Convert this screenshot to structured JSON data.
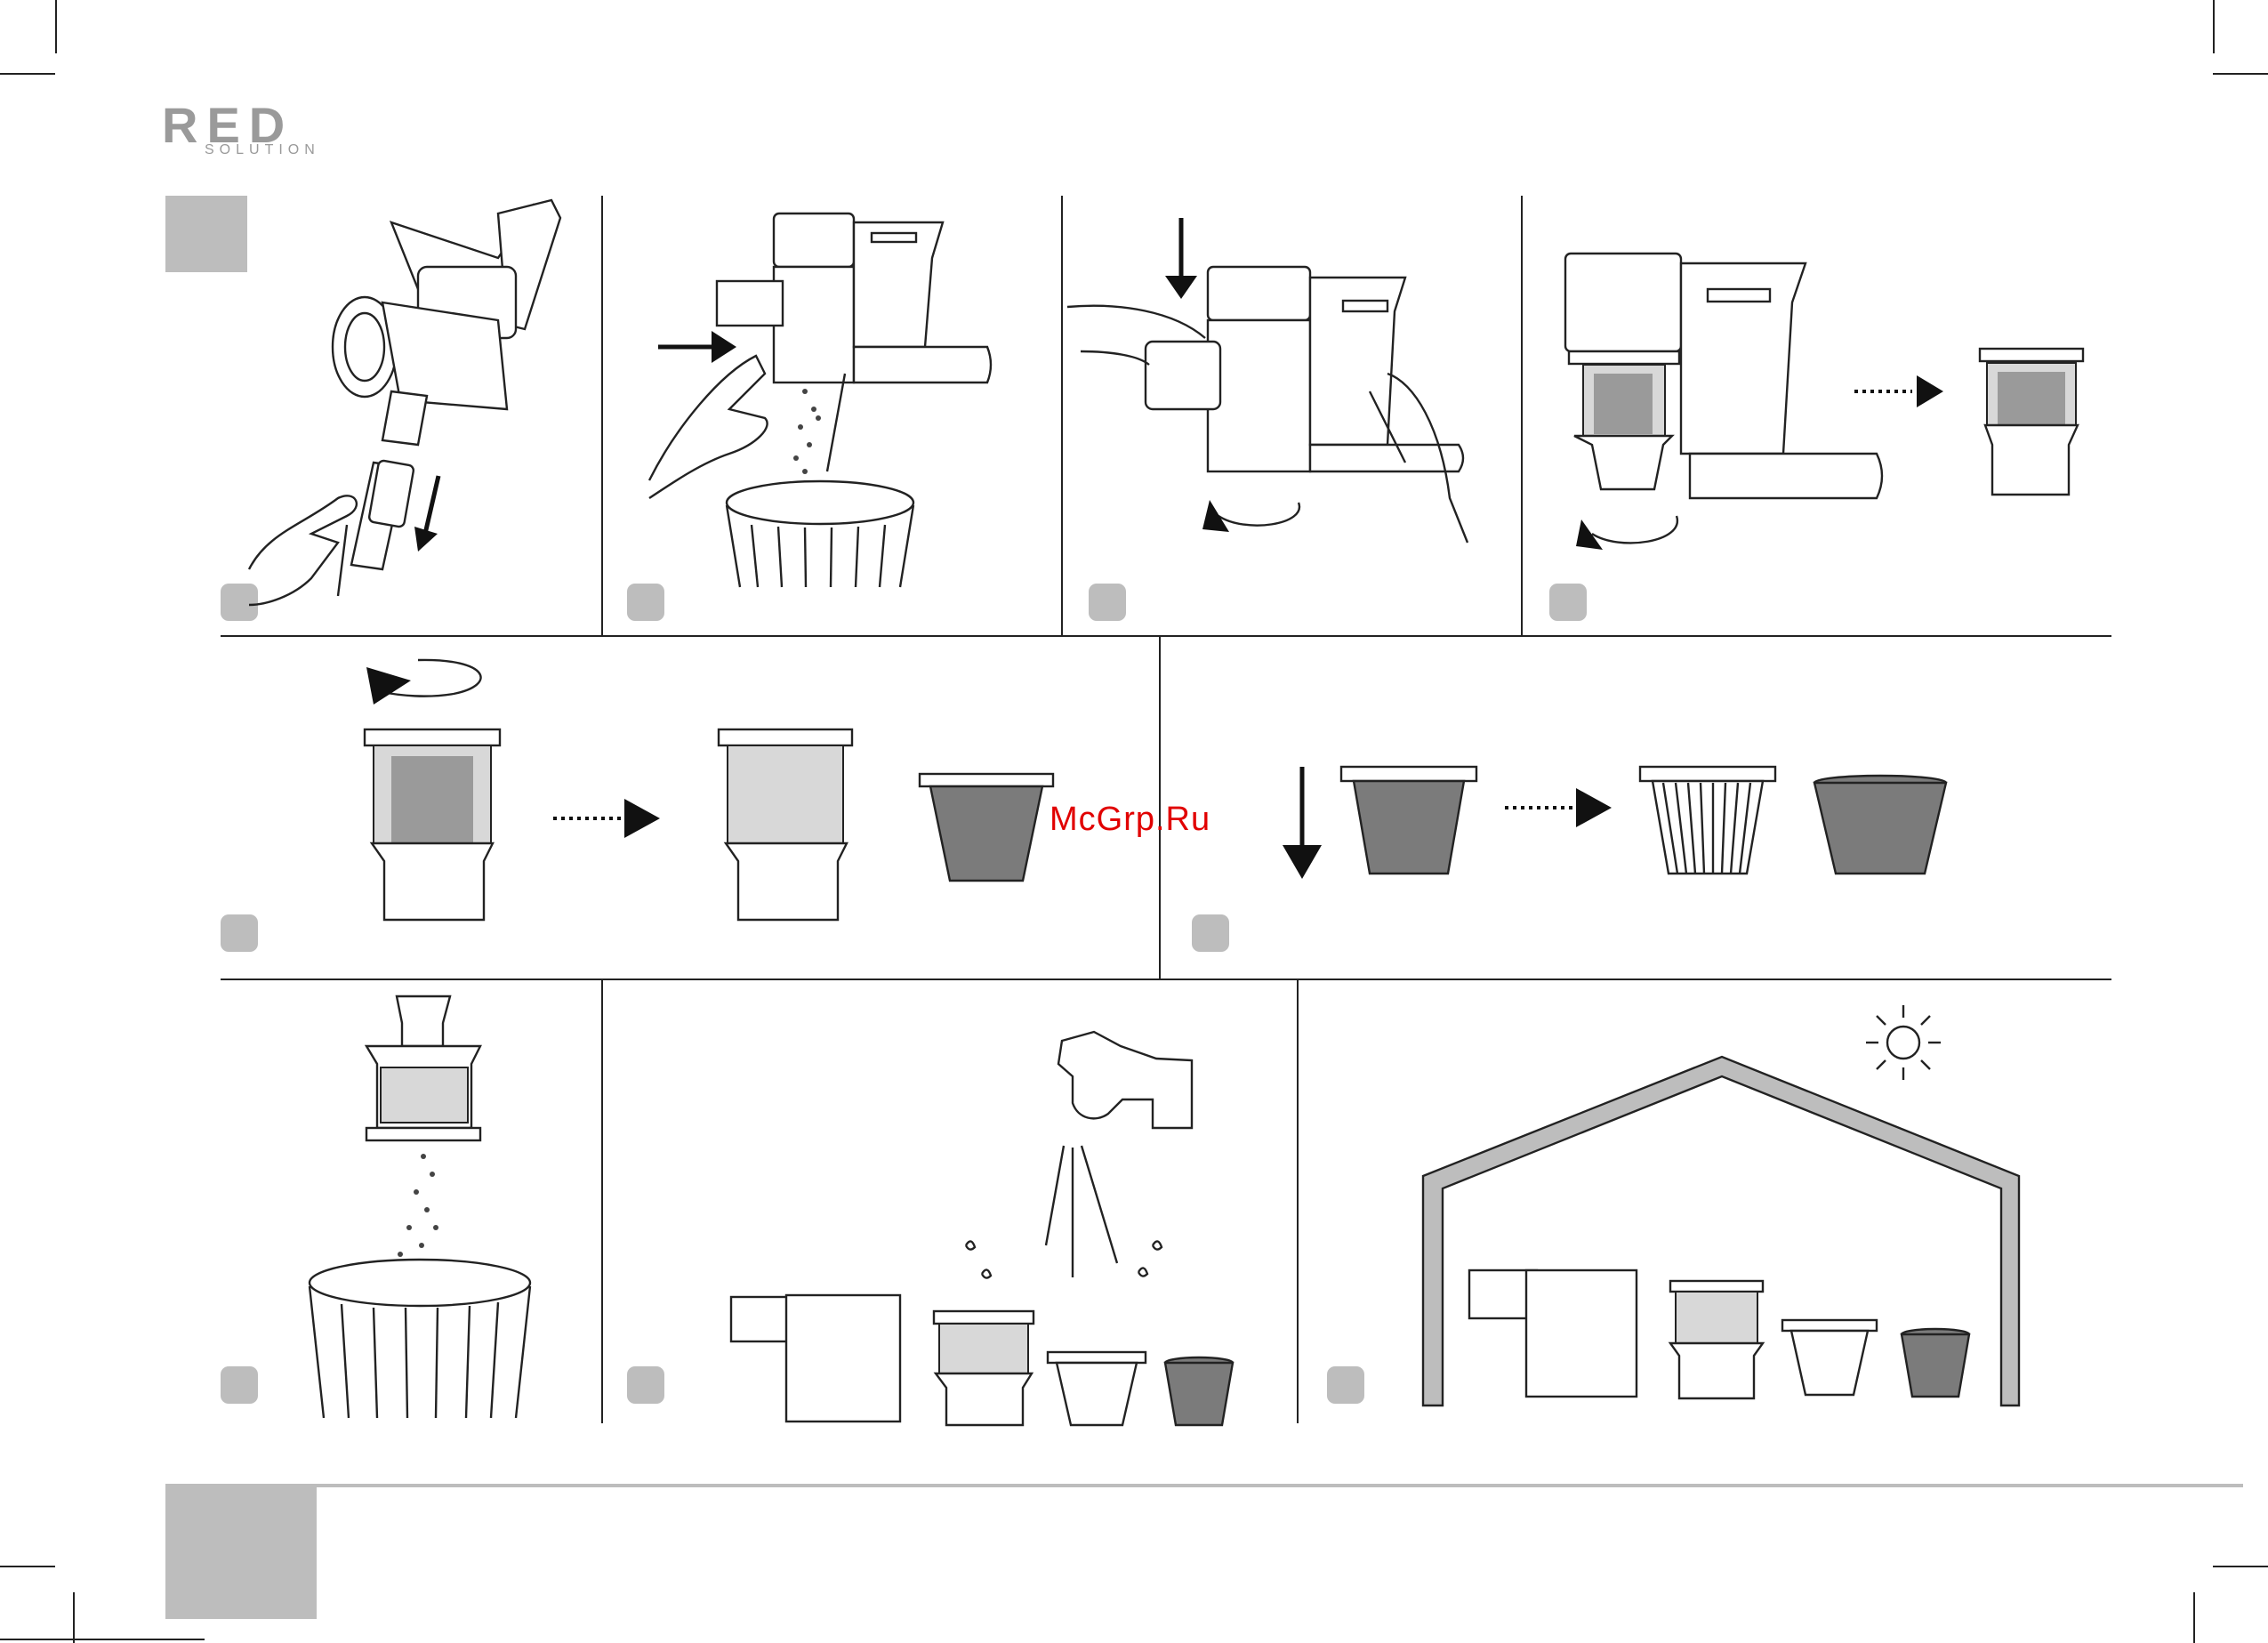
{
  "brand": {
    "name": "RED",
    "tagline": "SOLUTION"
  },
  "watermark": "McGrp.Ru",
  "colors": {
    "accent_gray": "#bdbdbd",
    "line": "#222222",
    "filter_dark": "#7b7b7b",
    "watermark": "#e10000"
  },
  "steps": [
    {
      "id": 1,
      "icon": "detach-tube-icon"
    },
    {
      "id": 2,
      "icon": "empty-dust-container-icon"
    },
    {
      "id": 3,
      "icon": "remove-container-icon"
    },
    {
      "id": 4,
      "icon": "twist-remove-filter-icon"
    },
    {
      "id": 5,
      "icon": "separate-filter-assembly-icon"
    },
    {
      "id": 6,
      "icon": "separate-hepa-filter-icon"
    },
    {
      "id": 7,
      "icon": "tap-filter-clean-icon"
    },
    {
      "id": 8,
      "icon": "rinse-under-water-icon"
    },
    {
      "id": 9,
      "icon": "dry-indoors-icon"
    }
  ]
}
